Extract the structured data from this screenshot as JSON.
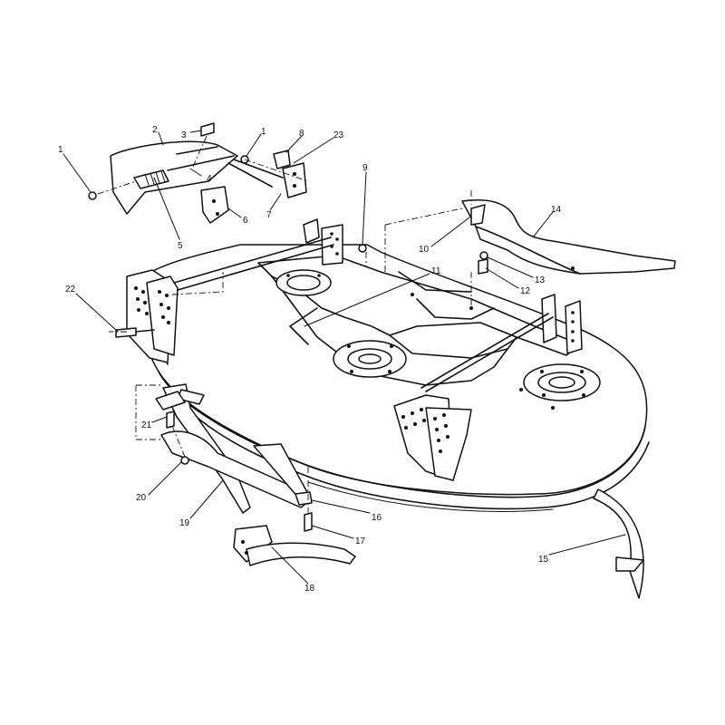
{
  "callouts": [
    {
      "label": "1"
    },
    {
      "label": "2"
    },
    {
      "label": "3"
    },
    {
      "label": "1"
    },
    {
      "label": "8"
    },
    {
      "label": "23"
    },
    {
      "label": "4"
    },
    {
      "label": "6"
    },
    {
      "label": "7"
    },
    {
      "label": "5"
    },
    {
      "label": "9"
    },
    {
      "label": "14"
    },
    {
      "label": "10"
    },
    {
      "label": "13"
    },
    {
      "label": "12"
    },
    {
      "label": "11"
    },
    {
      "label": "22"
    },
    {
      "label": "21"
    },
    {
      "label": "20"
    },
    {
      "label": "19"
    },
    {
      "label": "16"
    },
    {
      "label": "17"
    },
    {
      "label": "18"
    },
    {
      "label": "15"
    }
  ]
}
